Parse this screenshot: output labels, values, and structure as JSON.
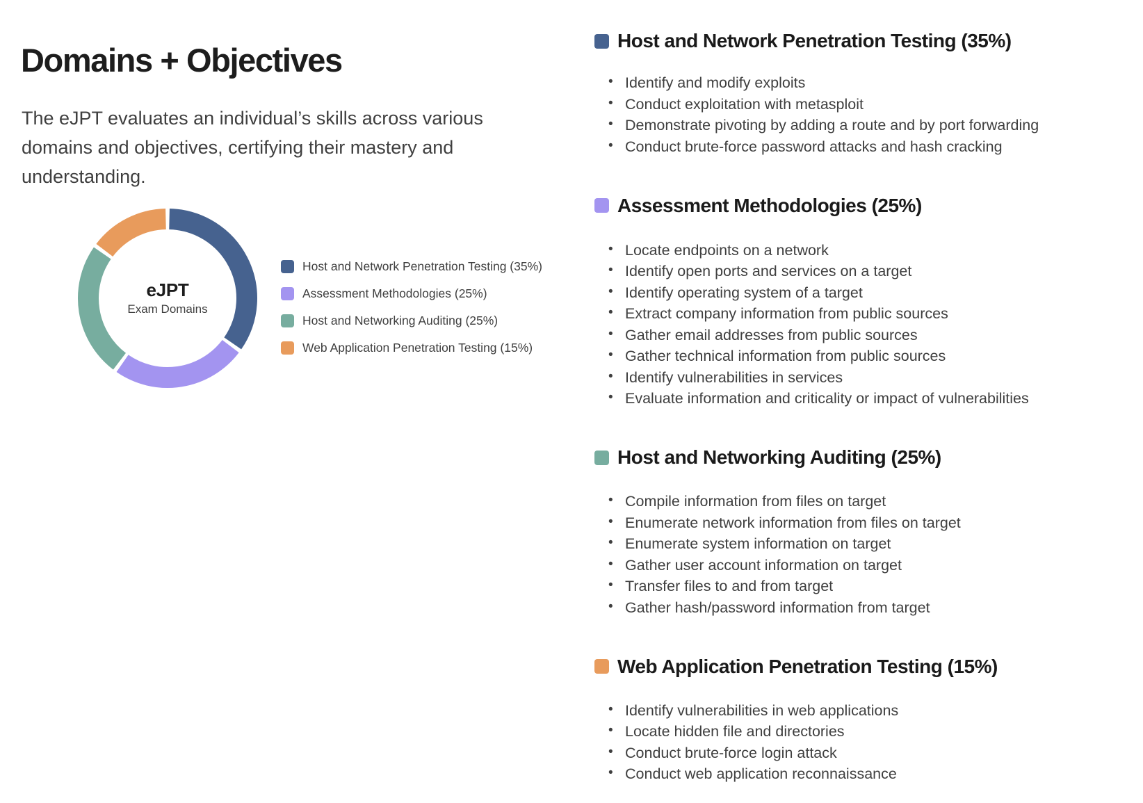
{
  "page_title": "Domains + Objectives",
  "intro": "The eJPT evaluates an individual’s skills across various domains and objectives, certifying their mastery and understanding.",
  "donut": {
    "center_title": "eJPT",
    "center_subtitle": "Exam Domains"
  },
  "colors": {
    "blue": "#46628f",
    "purple": "#a394f0",
    "teal": "#77ad9f",
    "orange": "#e89b5c",
    "text": "#3f3f3f",
    "heading": "#1a1a1a",
    "background": "#ffffff"
  },
  "chart_data": {
    "type": "pie",
    "title": "eJPT Exam Domains",
    "categories": [
      "Host and Network Penetration Testing (35%)",
      "Assessment Methodologies (25%)",
      "Host and Networking Auditing (25%)",
      "Web Application Penetration Testing (15%)"
    ],
    "values": [
      35,
      25,
      25,
      15
    ],
    "value_unit": "%",
    "colors": [
      "#46628f",
      "#a394f0",
      "#77ad9f",
      "#e89b5c"
    ],
    "legend_position": "right",
    "donut": true,
    "start_angle_deg": 0,
    "direction": "clockwise",
    "grid": false
  },
  "legend": [
    {
      "label": "Host and Network Penetration Testing (35%)",
      "color": "#46628f"
    },
    {
      "label": "Assessment Methodologies (25%)",
      "color": "#a394f0"
    },
    {
      "label": "Host and Networking Auditing (25%)",
      "color": "#77ad9f"
    },
    {
      "label": "Web Application Penetration Testing (15%)",
      "color": "#e89b5c"
    }
  ],
  "domains": [
    {
      "title": "Host and Network Penetration Testing (35%)",
      "color": "#46628f",
      "objectives": [
        "Identify and modify exploits",
        "Conduct exploitation with metasploit",
        "Demonstrate pivoting by adding a route and by port forwarding",
        "Conduct brute-force password attacks and hash cracking"
      ]
    },
    {
      "title": "Assessment Methodologies (25%)",
      "color": "#a394f0",
      "objectives": [
        "Locate endpoints on a network",
        "Identify open ports and services on a target",
        "Identify operating system of a target",
        "Extract company information from public sources",
        "Gather email addresses from public sources",
        "Gather technical information from public sources",
        "Identify vulnerabilities in services",
        "Evaluate information and criticality or impact of vulnerabilities"
      ]
    },
    {
      "title": "Host and Networking Auditing (25%)",
      "color": "#77ad9f",
      "objectives": [
        "Compile information from files on target",
        "Enumerate network information from files on target",
        "Enumerate system information on target",
        "Gather user account information on target",
        "Transfer files to and from target",
        "Gather hash/password information from target"
      ]
    },
    {
      "title": "Web Application Penetration Testing (15%)",
      "color": "#e89b5c",
      "objectives": [
        "Identify vulnerabilities in web applications",
        "Locate hidden file and directories",
        "Conduct brute-force login attack",
        "Conduct web application reconnaissance"
      ]
    }
  ]
}
